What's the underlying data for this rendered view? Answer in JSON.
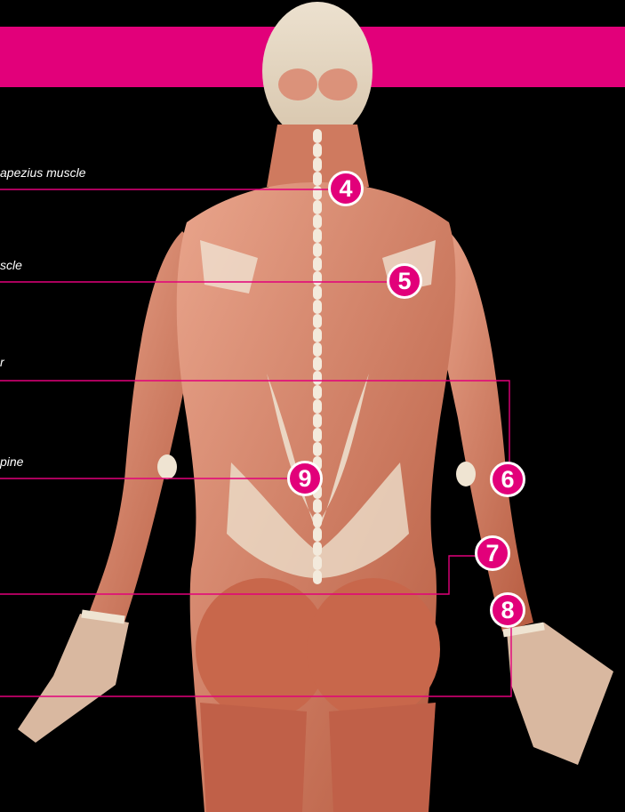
{
  "banner": {
    "color": "#e2007a"
  },
  "labels": {
    "trapezius": "apezius muscle",
    "deltoid": "scle",
    "triceps": "r",
    "spine": "pine"
  },
  "badges": {
    "b4": "4",
    "b5": "5",
    "b6": "6",
    "b7": "7",
    "b8": "8",
    "b9": "9"
  },
  "illustration": {
    "subject": "posterior view of human muscular system",
    "line_color": "#e2007a"
  }
}
